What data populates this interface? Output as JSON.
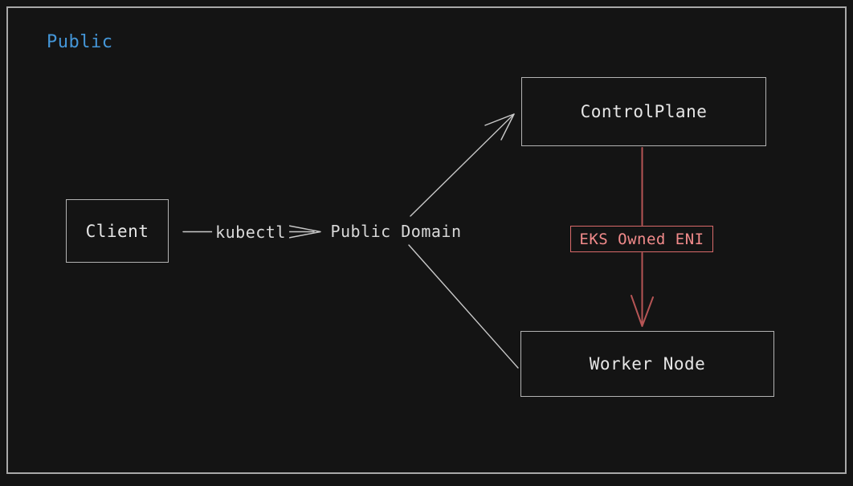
{
  "diagram": {
    "container_label": "Public",
    "nodes": {
      "client": {
        "label": "Client"
      },
      "control_plane": {
        "label": "ControlPlane"
      },
      "worker_node": {
        "label": "Worker Node"
      }
    },
    "edge_labels": {
      "kubectl": "kubectl",
      "public_domain": "Public Domain",
      "eks_owned_eni": "EKS Owned ENI"
    },
    "colors": {
      "background": "#141414",
      "frame_border": "#a9a9a9",
      "node_border": "#b3b3b3",
      "node_text": "#e6e6e6",
      "container_label": "#4496d8",
      "connector": "#c9c9c9",
      "eni_line": "#b65555",
      "eni_border": "#d96a6a",
      "eni_text": "#f28b8b"
    }
  }
}
